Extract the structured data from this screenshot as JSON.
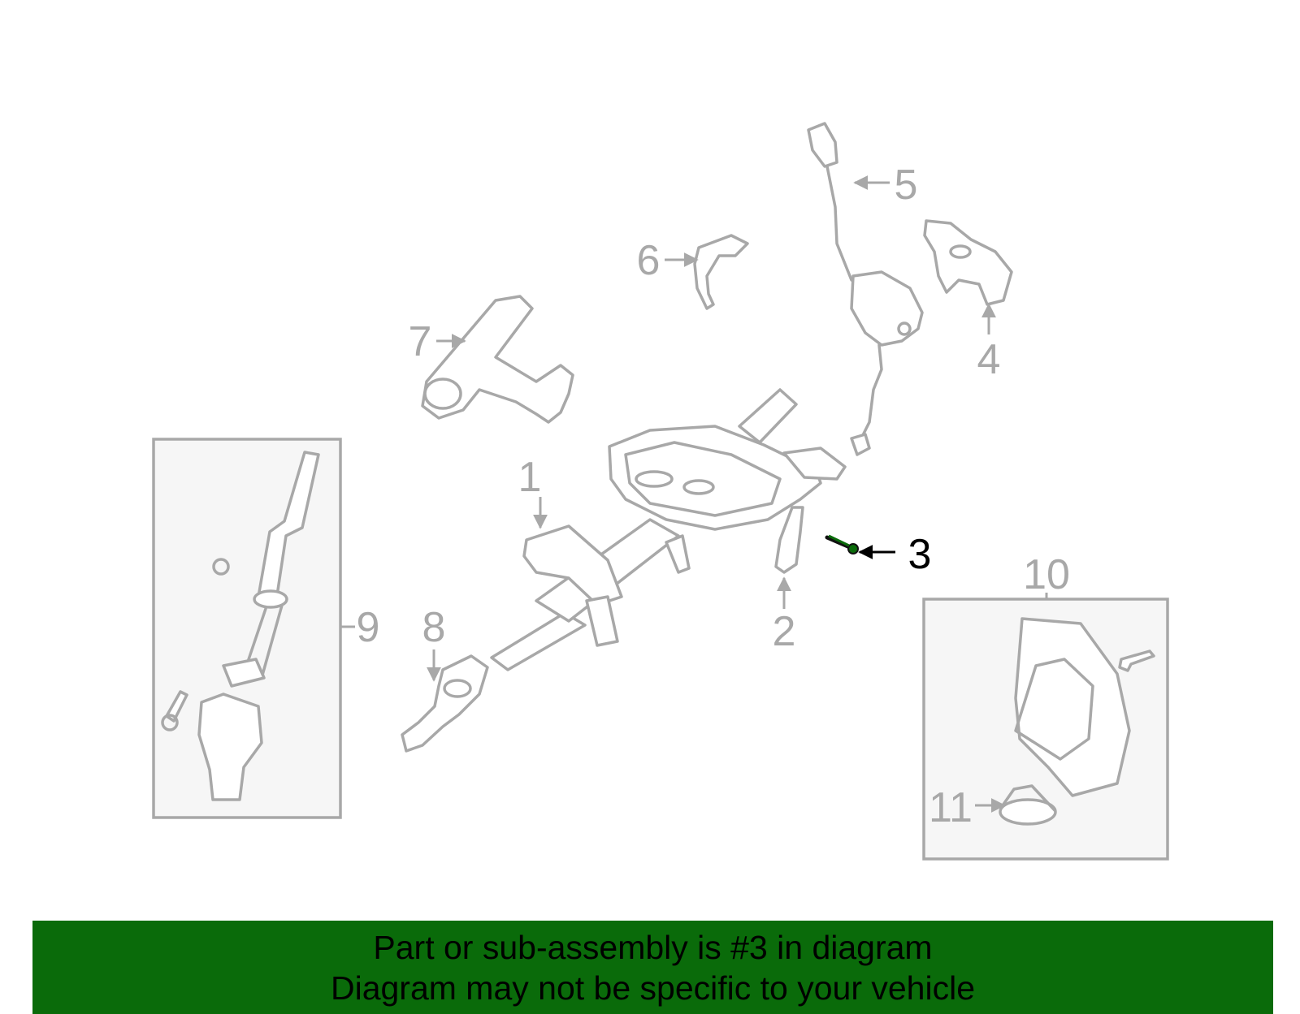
{
  "highlight_color": "#0a6b0a",
  "part_color": "#a8a8a8",
  "callouts": {
    "c1": "1",
    "c2": "2",
    "c3": "3",
    "c4": "4",
    "c5": "5",
    "c6": "6",
    "c7": "7",
    "c8": "8",
    "c9": "9",
    "c10": "10",
    "c11": "11"
  },
  "banner": {
    "line1": "Part or sub-assembly is #3 in diagram",
    "line2": "Diagram may not be specific to your vehicle"
  }
}
